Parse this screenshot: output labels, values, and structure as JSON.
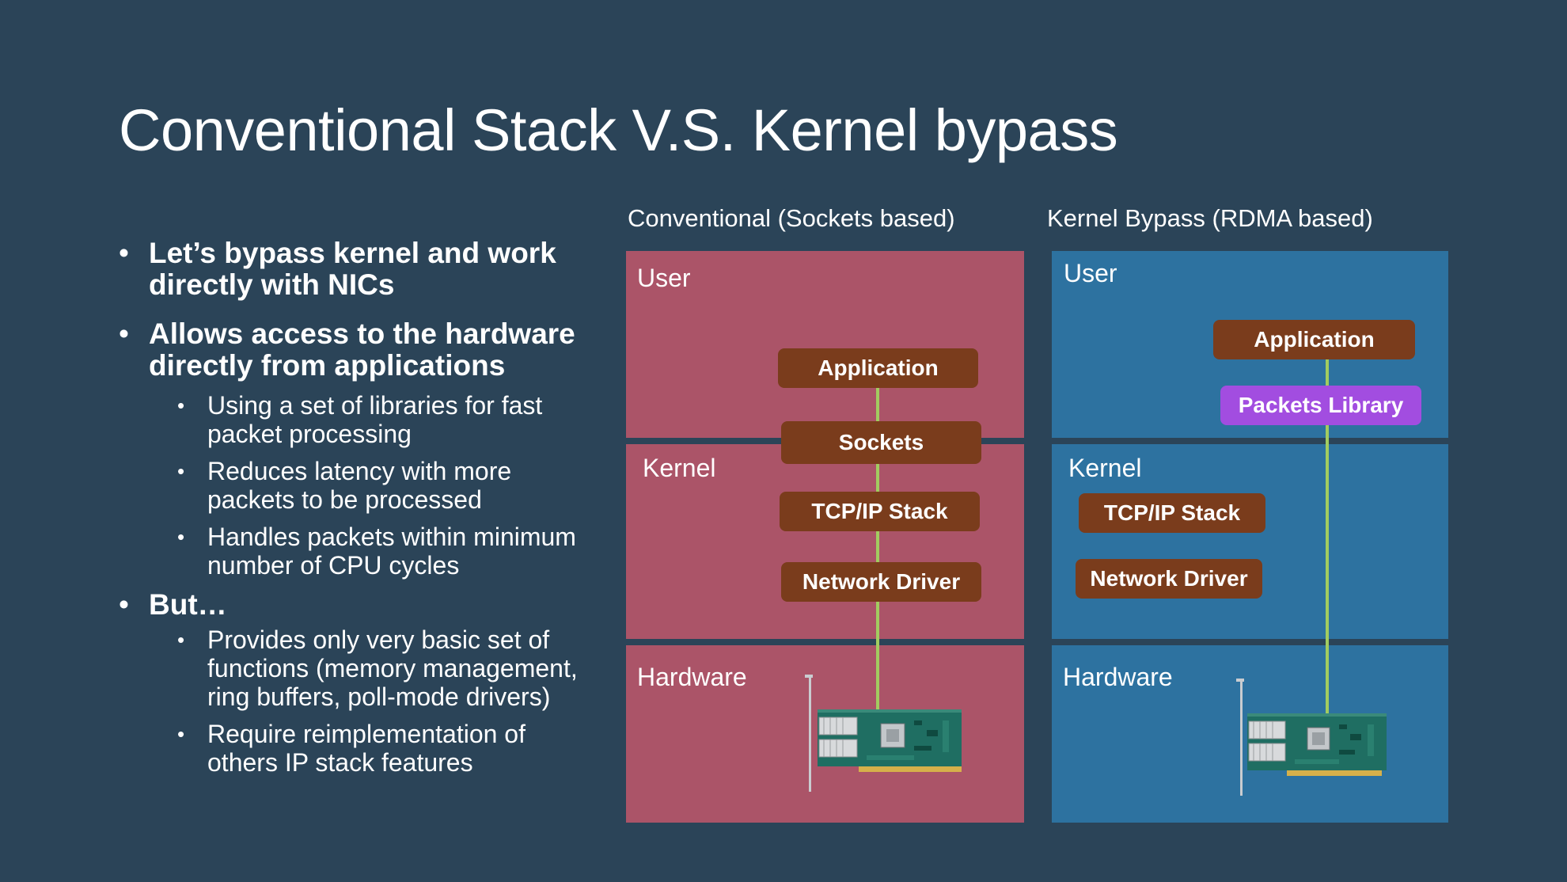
{
  "slide": {
    "title": "Conventional Stack V.S. Kernel bypass"
  },
  "bullets": {
    "b1": "Let’s bypass kernel and work directly with NICs",
    "b2": "Allows access to the hardware directly from applications",
    "b2_sub": [
      "Using a set of libraries for fast packet processing",
      "Reduces latency with more packets to be processed",
      "Handles packets within minimum number of CPU cycles"
    ],
    "b3": "But…",
    "b3_sub": [
      "Provides only very basic set of functions (memory management, ring buffers, poll-mode drivers)",
      "Require reimplementation of others IP stack features"
    ]
  },
  "conventional": {
    "heading": "Conventional (Sockets based)",
    "zones": {
      "user": "User",
      "kernel": "Kernel",
      "hardware": "Hardware"
    },
    "boxes": {
      "application": "Application",
      "sockets": "Sockets",
      "tcpip": "TCP/IP Stack",
      "driver": "Network Driver"
    }
  },
  "bypass": {
    "heading": "Kernel Bypass (RDMA based)",
    "zones": {
      "user": "User",
      "kernel": "Kernel",
      "hardware": "Hardware"
    },
    "boxes": {
      "application": "Application",
      "library": "Packets Library",
      "tcpip": "TCP/IP Stack",
      "driver": "Network Driver"
    }
  },
  "colors": {
    "background": "#2b4458",
    "conventional_zone": "#ab5468",
    "bypass_zone": "#2d72a0",
    "layer_box": "#7a3c1c",
    "library_box": "#a24de0",
    "data_path": "#a2cc60",
    "nic_board": "#1f6e62"
  },
  "icons": {
    "nic": "network-interface-card-icon"
  }
}
